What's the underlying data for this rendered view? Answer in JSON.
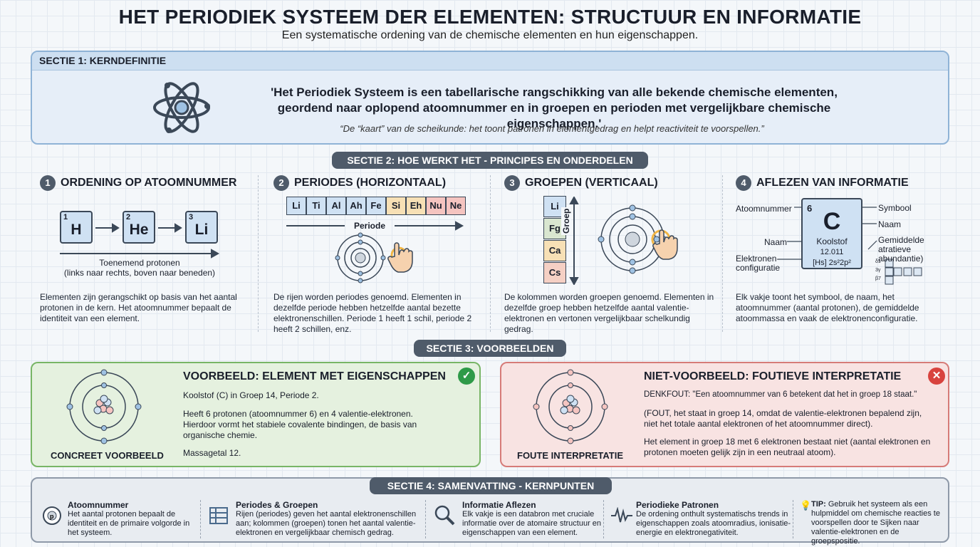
{
  "title": "HET PERIODIEK SYSTEEM DER ELEMENTEN: STRUCTUUR EN INFORMATIE",
  "subtitle": "Een systematische ordening van de chemische elementen en hun eigenschappen.",
  "s1": {
    "header": "SECTIE 1: KERNDEFINITIE",
    "quote": "'Het Periodiek Systeem is een tabellarische rangschikking van alle bekende chemische elementen, geordend naar oplopend atoomnummer en in groepen en perioden met vergelijkbare chemische eigenschappen.'",
    "note": "“De “kaart” van de scheikunde: het toont patronen in elementgedrag en helpt reactiviteit te voorspellen.”"
  },
  "s2": {
    "header": "SECTIE 2: HOE WERKT HET - PRINCIPES EN ONDERDELEN",
    "cols": [
      {
        "num": "1",
        "title": "ORDENING OP ATOOMNUMMER",
        "elements": [
          {
            "n": "1",
            "s": "H"
          },
          {
            "n": "2",
            "s": "He"
          },
          {
            "n": "3",
            "s": "Li"
          }
        ],
        "arrow_label": "Toenemend protonen\n(links naar rechts, boven naar beneden)",
        "text": "Elementen zijn gerangschikt op basis van het aantal protonen in de kern. Het atoomnummer bepaalt de identiteit van een element."
      },
      {
        "num": "2",
        "title": "PERIODES (HORIZONTAAL)",
        "cells": [
          "Li",
          "Ti",
          "Al",
          "Ah",
          "Fe",
          "Si",
          "Eh",
          "Nu",
          "Ne"
        ],
        "arrow_label": "Periode",
        "text": "De rijen worden periodes genoemd. Elementen in dezelfde periode hebben hetzelfde aantal bezette elektronenschillen. Periode 1 heeft 1 schil, periode 2 heeft 2 schillen, enz."
      },
      {
        "num": "3",
        "title": "GROEPEN (VERTICAAL)",
        "cells": [
          "Li",
          "Fg",
          "Ca",
          "Cs"
        ],
        "arrow_label": "Groep",
        "text": "De kolommen worden groepen genoemd. Elementen in dezelfde groep hebben hetzelfde aantal valentie-elektronen en vertonen vergelijkbaar schelkundig gedrag."
      },
      {
        "num": "4",
        "title": "AFLEZEN VAN INFORMATIE",
        "tile": {
          "number": "6",
          "symbol": "C",
          "name": "Koolstof",
          "mass": "12.011",
          "config": "[Hs] 2s²2p²"
        },
        "labels": {
          "atomic": "Atoomnummer",
          "symbol": "Symbool",
          "name_r": "Naam",
          "name_l": "Naam",
          "mass": "Gemiddelde atratieve abundantie)",
          "config": "Elektronen-\nconfiguratie"
        },
        "mini_labels": [
          "δ1",
          "3γ",
          "β7"
        ],
        "text": "Elk vakje toont het symbool, de naam, het atoomnummer (aantal protonen), de gemiddelde atoommassa en vaak de elektronenconfiguratie."
      }
    ]
  },
  "s3": {
    "header": "SECTIE 3: VOORBEELDEN",
    "good": {
      "title": "VOORBEELD: ELEMENT MET EIGENSCHAPPEN",
      "caption": "CONCREET VOORBEELD",
      "p1": "Koolstof (C) in Groep 14, Periode 2.",
      "p2": "Heeft 6 protonen (atoomnummer 6) en 4 valentie-elektronen. Hierdoor vormt het stabiele covalente bindingen, de basis van organische chemie.",
      "p3": "Massagetal 12."
    },
    "bad": {
      "title": "NIET-VOORBEELD: FOUTIEVE INTERPRETATIE",
      "caption": "FOUTE INTERPRETATIE",
      "p1": "DENKFOUT: \"Een atoomnummer van 6 betekent dat het in groep 18 staat.\"",
      "p2": "(FOUT, het staat in groep 14, omdat de valentie-elektronen bepalend zijn, niet het totale aantal elektronen of het atoomnummer direct).",
      "p3": "Het element in groep 18 met 6 elektronen bestaat niet (aantal elektronen en protonen moeten gelijk zijn in een neutraal atoom)."
    }
  },
  "s4": {
    "header": "SECTIE 4: SAMENVATTING - KERNPUNTEN",
    "items": [
      {
        "title": "Atoomnummer",
        "text": "Het aantal protonen bepaalt de identiteit en de primaire volgorde in het systeem.",
        "icon": "proton-icon"
      },
      {
        "title": "Periodes & Groepen",
        "text": "Rijen (periodes) geven het aantal elektronenschillen aan; kolommen (groepen) tonen het aantal valentie-elektronen en vergelijkbaar chemisch gedrag.",
        "icon": "table-icon"
      },
      {
        "title": "Informatie Aflezen",
        "text": "Elk vakje is een databron met cruciale informatie over de atomaire structuur en eigenschappen van een element.",
        "icon": "magnifier-icon"
      },
      {
        "title": "Periodieke Patronen",
        "text": "De ordening onthult systematischs trends in eigenschappen zoals atoomradius, ionisatie-energie en elektronegativiteit.",
        "icon": "wave-icon"
      },
      {
        "title": "TIP:",
        "text": "Gebruik het systeem als een hulpmiddel om chemische reacties te voorspellen door te Sijken naar valentie-elektronen en de groepspositie.",
        "icon": "lightbulb-icon"
      }
    ]
  },
  "colors": {
    "dark": "#4f5b6a",
    "blue": "#cfe1f3",
    "green": "#2e9a48",
    "red": "#d8433e"
  }
}
